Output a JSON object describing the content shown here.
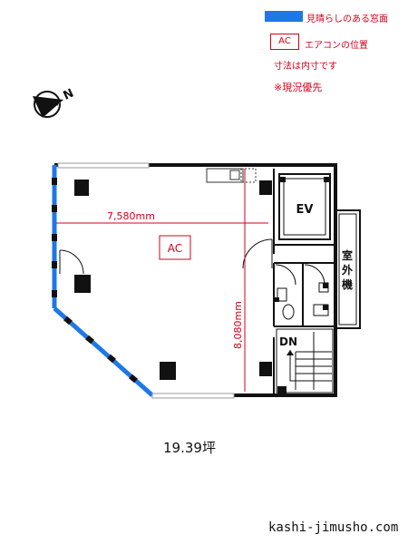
{
  "legend": {
    "view_window_label": "見晴らしのある窓面",
    "ac_box_label": "AC",
    "ac_position_label": "エアコンの位置",
    "dimension_note": "寸法は内寸です",
    "current_state_note": "※現況優先",
    "view_window_color": "#1e78e6",
    "note_color": "#d4001a"
  },
  "compass": {
    "north_label": "N",
    "icon": "north-arrow-icon"
  },
  "plan": {
    "width_dimension": "7,580mm",
    "depth_dimension": "8,080mm",
    "ac_label": "AC",
    "elevator_label": "EV",
    "outdoor_unit_label": "室外機",
    "stairs_label": "DN"
  },
  "footer": {
    "area": "19.39坪",
    "site": "kashi-jimusho.com"
  }
}
